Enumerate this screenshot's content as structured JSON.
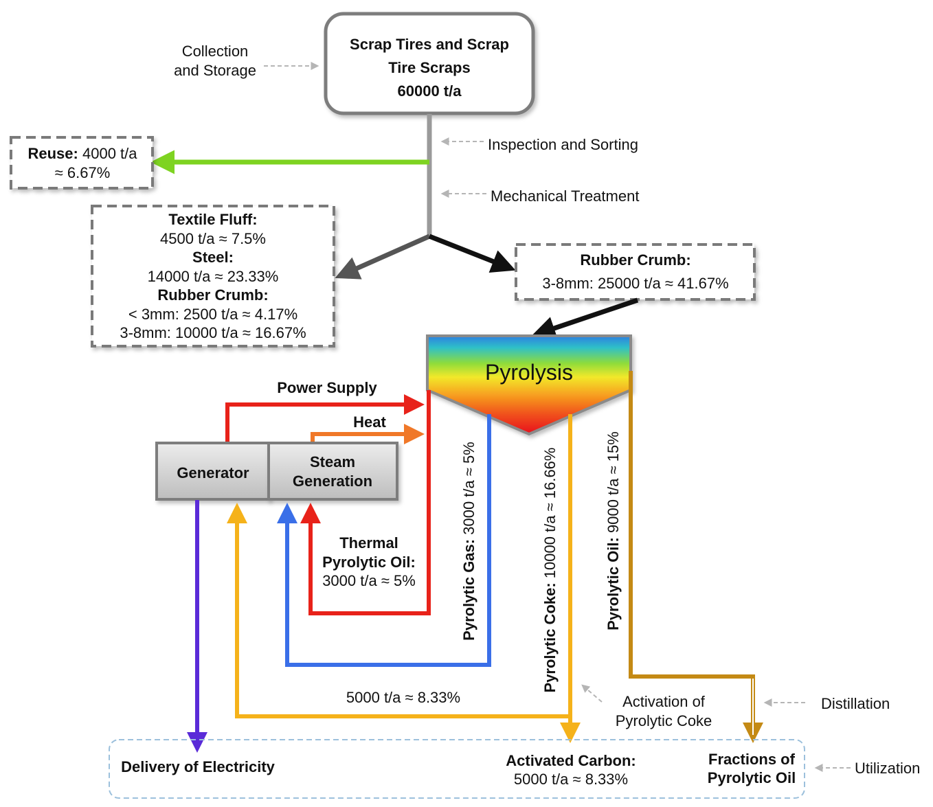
{
  "source": {
    "title_line1": "Scrap Tires and Scrap",
    "title_line2": "Tire Scraps",
    "amount": "60000 t/a"
  },
  "steps": {
    "collection_line1": "Collection",
    "collection_line2": "and Storage",
    "inspection": "Inspection and Sorting",
    "mechanical": "Mechanical Treatment",
    "activation_line1": "Activation of",
    "activation_line2": "Pyrolytic Coke",
    "distillation": "Distillation",
    "utilization": "Utilization"
  },
  "reuse": {
    "label": "Reuse:",
    "value": "4000 t/a",
    "percent": "≈ 6.67%"
  },
  "left_box": {
    "fluff_label": "Textile Fluff:",
    "fluff_value": "4500 t/a ≈ 7.5%",
    "steel_label": "Steel:",
    "steel_value": "14000 t/a ≈ 23.33%",
    "crumb_label": "Rubber Crumb:",
    "crumb_small": "< 3mm: 2500 t/a ≈ 4.17%",
    "crumb_large": "3-8mm: 10000 t/a ≈ 16.67%"
  },
  "right_box": {
    "label": "Rubber Crumb:",
    "value": "3-8mm: 25000 t/a ≈ 41.67%"
  },
  "pyrolysis": {
    "label": "Pyrolysis"
  },
  "power_supply": "Power Supply",
  "heat": "Heat",
  "generator": "Generator",
  "steam_line1": "Steam",
  "steam_line2": "Generation",
  "thermal_oil": {
    "line1": "Thermal",
    "line2": "Pyrolytic Oil:",
    "line3": "3000 t/a ≈ 5%"
  },
  "pyro_gas": {
    "label": "Pyrolytic Gas:",
    "value": "3000 t/a ≈ 5%"
  },
  "pyro_coke": {
    "label": "Pyrolytic Coke:",
    "value": "10000 t/a ≈ 16.66%"
  },
  "pyro_oil": {
    "label": "Pyrolytic Oil:",
    "value": "9000 t/a ≈ 15%"
  },
  "coke_return": "5000 t/a ≈ 8.33%",
  "outputs": {
    "electricity": "Delivery of Electricity",
    "carbon_label": "Activated Carbon:",
    "carbon_value": "5000 t/a ≈ 8.33%",
    "fractions_line1": "Fractions of",
    "fractions_line2": "Pyrolytic Oil"
  },
  "colors": {
    "green": "#7ed321",
    "red": "#e8221a",
    "orange": "#f07828",
    "blue": "#3a6fe8",
    "yellow": "#f5b21a",
    "gold": "#c48a15",
    "purple": "#5a2bd8",
    "gray": "#9a9a9a",
    "dark": "#555555",
    "black": "#111111"
  }
}
